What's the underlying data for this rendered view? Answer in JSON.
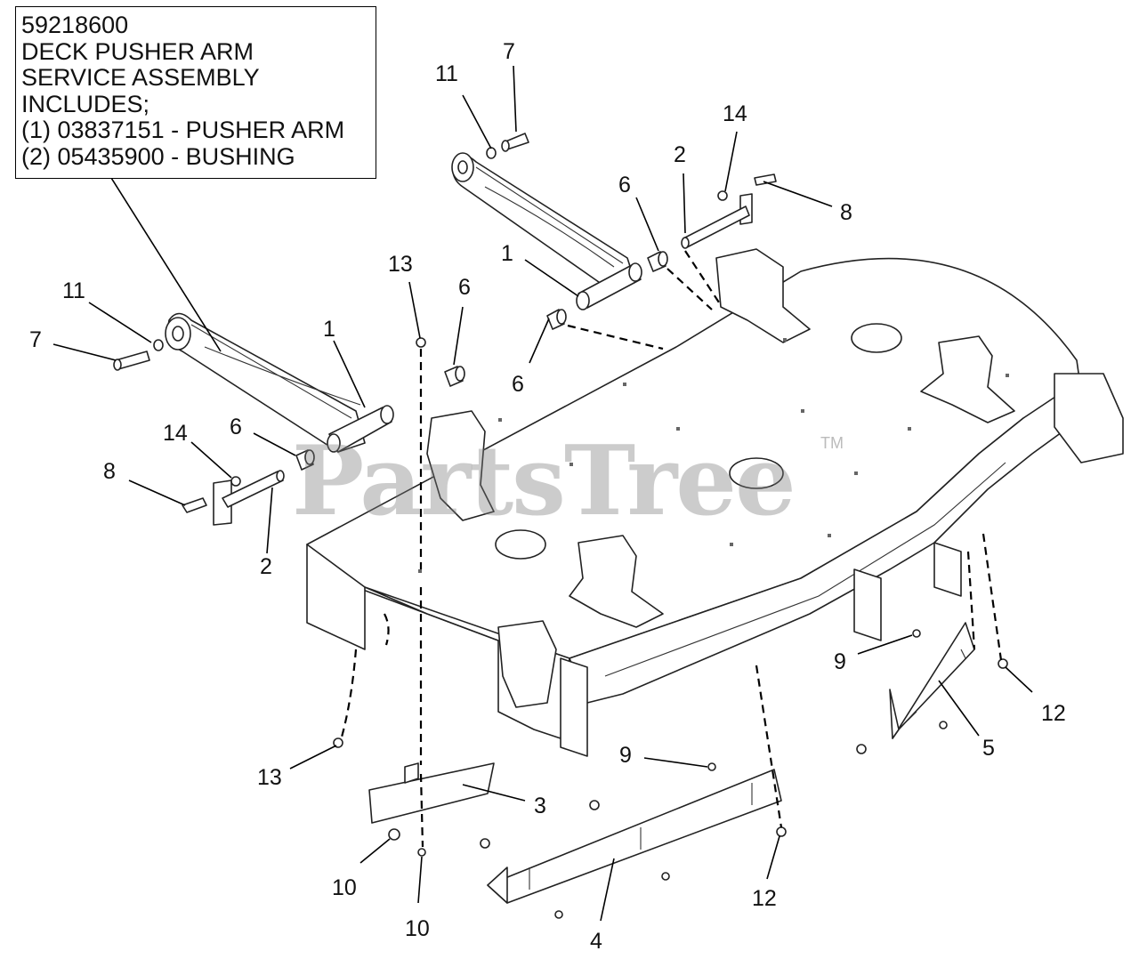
{
  "assembly_note": {
    "lines": [
      "59218600",
      "DECK PUSHER ARM",
      "SERVICE ASSEMBLY",
      "INCLUDES;",
      "(1) 03837151 - PUSHER ARM",
      "(2) 05435900 - BUSHING"
    ]
  },
  "watermark": {
    "text": "PartsTree",
    "tm": "TM"
  },
  "callouts": {
    "c1a": "1",
    "c1b": "1",
    "c2a": "2",
    "c2b": "2",
    "c3": "3",
    "c4": "4",
    "c5": "5",
    "c6a": "6",
    "c6b": "6",
    "c6c": "6",
    "c6d": "6",
    "c7a": "7",
    "c7b": "7",
    "c8a": "8",
    "c8b": "8",
    "c9a": "9",
    "c9b": "9",
    "c10a": "10",
    "c10b": "10",
    "c11a": "11",
    "c11b": "11",
    "c12a": "12",
    "c12b": "12",
    "c13a": "13",
    "c13b": "13",
    "c14a": "14",
    "c14b": "14"
  }
}
